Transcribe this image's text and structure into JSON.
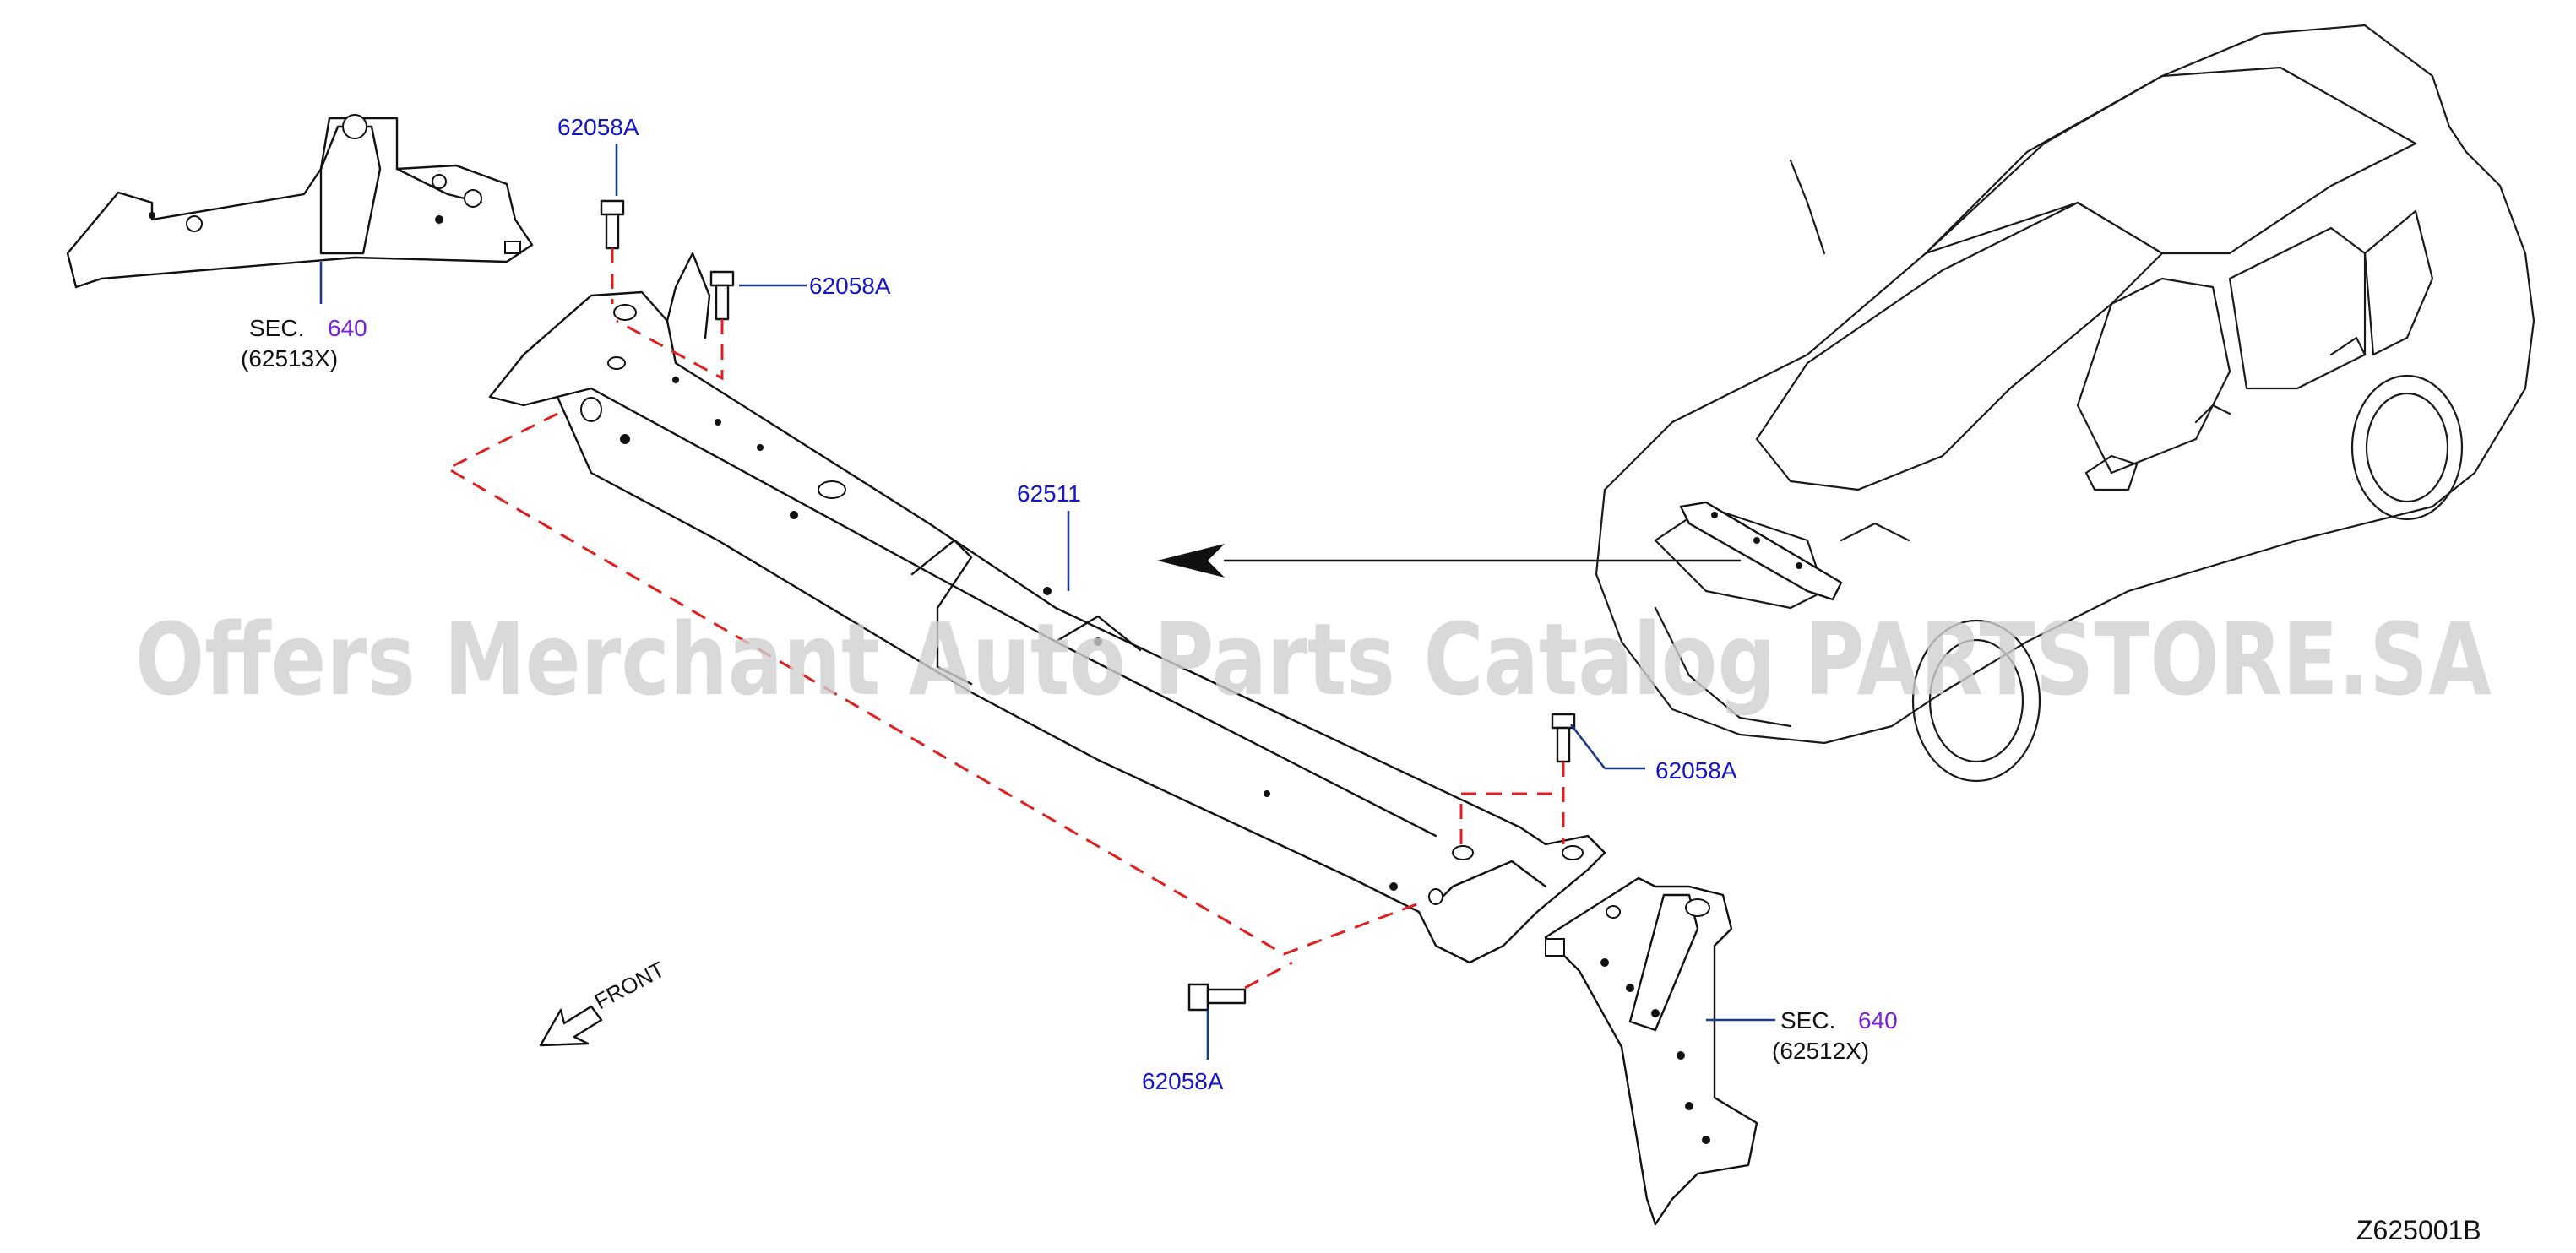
{
  "callouts": {
    "bolt_top_left": "62058A",
    "bolt_top_right": "62058A",
    "bolt_right": "62058A",
    "bolt_bottom": "62058A",
    "main_member": "62511"
  },
  "sections": {
    "left": {
      "sec_label": "SEC.",
      "sec_number": "640",
      "part_code": "(62513X)"
    },
    "right": {
      "sec_label": "SEC.",
      "sec_number": "640",
      "part_code": "(62512X)"
    }
  },
  "direction": {
    "label": "FRONT"
  },
  "diagram_code": "Z625001B",
  "watermark": "Offers Merchant Auto Parts Catalog PARTSTORE.SA",
  "colors": {
    "callout_text": "#1515c8",
    "section_number": "#7a1fd6",
    "dashed_guides": "#e02020",
    "leader_lines": "#1a3a8c",
    "watermark": "#cfcfcf"
  }
}
